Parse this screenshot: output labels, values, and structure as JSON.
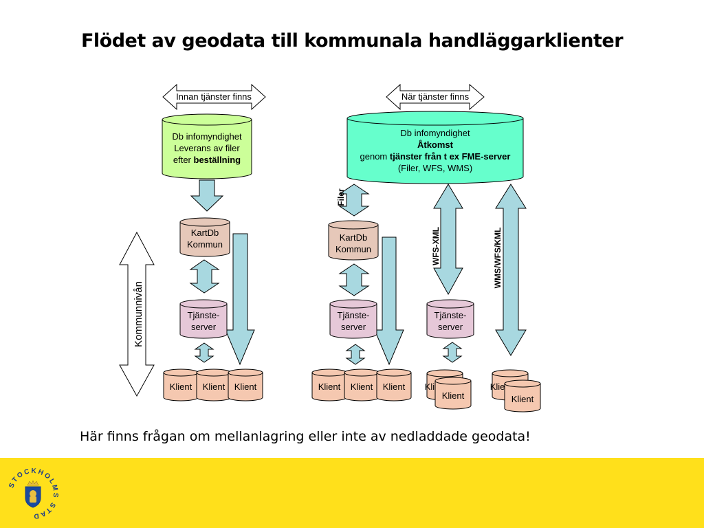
{
  "title": "Flödet av geodata till kommunala handläggarklienter",
  "caption": "Här finns frågan om mellanlagring eller inte av nedladdade geodata!",
  "colors": {
    "green_db": "#ccff99",
    "teal_db": "#66ffcc",
    "tan_db": "#e6c8b9",
    "pink_db": "#e6c8d8",
    "client": "#f5c8b0",
    "arrow": "#a8d8e0",
    "footer": "#ffe01b"
  },
  "diagram": {
    "label_left_top": "Innan tjänster finns",
    "label_right_top": "När tjänster finns",
    "left_db": {
      "line1": "Db infomyndighet",
      "line2": "Leverans av filer",
      "line3_prefix": "efter ",
      "line3_bold": "beställning"
    },
    "right_db": {
      "line1": "Db infomyndighet",
      "line2": "Åtkomst",
      "line3_prefix": "genom ",
      "line3_bold": "tjänster från t ex FME-server",
      "line4": "(Filer, WFS, WMS)"
    },
    "kartdb": {
      "line1": "KartDb",
      "line2": "Kommun"
    },
    "tjanste": {
      "line1": "Tjänste-",
      "line2": "server"
    },
    "klient": "Klient",
    "kommunnivan": "Kommunnivån",
    "filer": "Filer",
    "wfs_xml": "WFS-XML",
    "wms_wfs_kml": "WMS/WFS/KML"
  },
  "logo": {
    "text": "STOCKHOLMS STAD",
    "icon": "stockholm-crown-shield-icon"
  }
}
